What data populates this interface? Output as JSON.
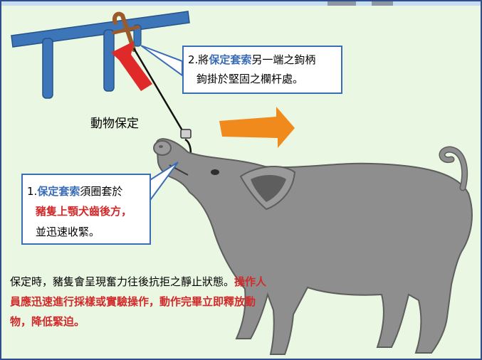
{
  "title_label": "動物保定",
  "callout_hook": {
    "prefix": "2.將",
    "highlight": "保定套索",
    "rest_line1": "另一端之鉤柄",
    "line2": "鉤掛於堅固之欄杆處。"
  },
  "callout_snare": {
    "prefix": "1.",
    "highlight": "保定套索",
    "rest_line1": "須圈套於",
    "line2": "豬隻上顎犬齒後方，",
    "line3": "並迅速收緊。"
  },
  "note": {
    "black_part": "保定時，豬隻會呈現奮力往後抗拒之靜止狀態。",
    "red_part": "操作人員應迅速進行採樣或實驗操作，動作完畢立即釋放動物，降低緊迫。"
  },
  "colors": {
    "frame": "#2e4f8c",
    "background": "#eaf7e3",
    "rail": "#3d76b8",
    "pig": "#8e8e8e",
    "red_arrow": "#e02a2a",
    "orange_arrow": "#f08a1c",
    "highlight_blue": "#3a6db5",
    "highlight_red": "#d22a2a"
  },
  "icons": [
    "rail-icon",
    "snare-pole-icon",
    "red-up-arrow-icon",
    "orange-right-arrow-icon",
    "pig-icon"
  ]
}
